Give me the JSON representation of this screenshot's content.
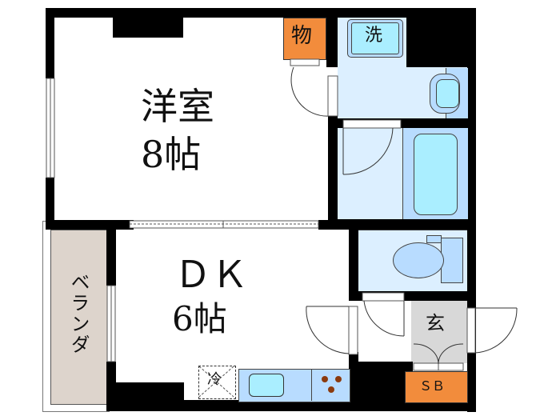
{
  "floorplan": {
    "rooms": {
      "western_room": {
        "name": "洋室",
        "size": "8帖"
      },
      "dk": {
        "name": "ＤＫ",
        "size": "6帖"
      },
      "veranda": {
        "name": "ベランダ"
      },
      "storage": {
        "name": "物"
      },
      "washer": {
        "name": "洗"
      },
      "entrance": {
        "name": "玄"
      },
      "shoe_box": {
        "name": "ＳＢ"
      },
      "fridge": {
        "name": "冷"
      }
    },
    "colors": {
      "wall": "#000000",
      "wet_area": "#dcefff",
      "fixture": "#b8dcff",
      "fixture_inner": "#aaeeff",
      "storage_orange": "#f28c3c",
      "veranda": "#ddd4cc",
      "entrance_gray": "#d8d8d8",
      "burner": "#8b3a0e"
    }
  }
}
